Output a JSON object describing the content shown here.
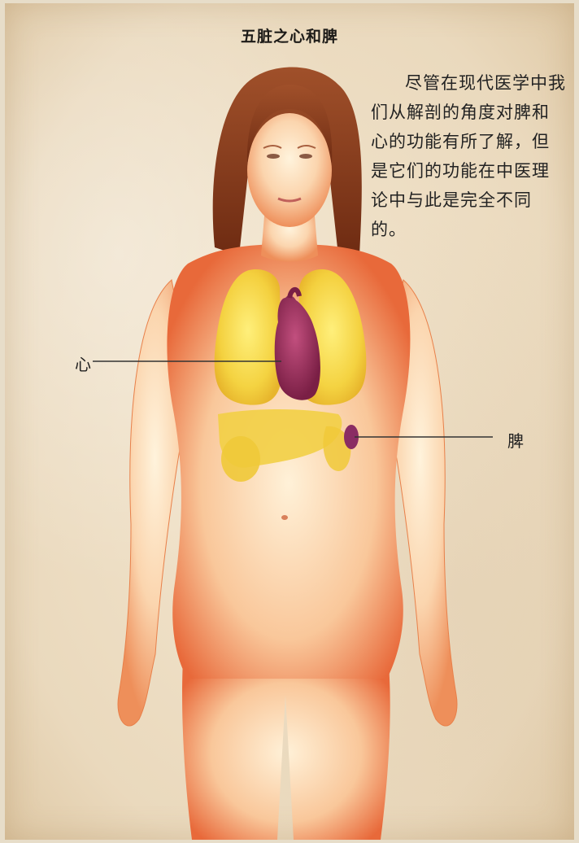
{
  "title": "五脏之心和脾",
  "description": "尽管在现代医学中我们从解剖的角度对脾和心的功能有所了解，但是它们的功能在中医理论中与此是完全不同的。",
  "labels": {
    "heart": "心",
    "spleen": "脾"
  },
  "colors": {
    "paper": "#f0e2c8",
    "skin": "#f6b98a",
    "hair": "#8a3d1c",
    "lungs": "#f4d33c",
    "heart": "#9c2f5a",
    "spleen": "#8a2d63"
  }
}
